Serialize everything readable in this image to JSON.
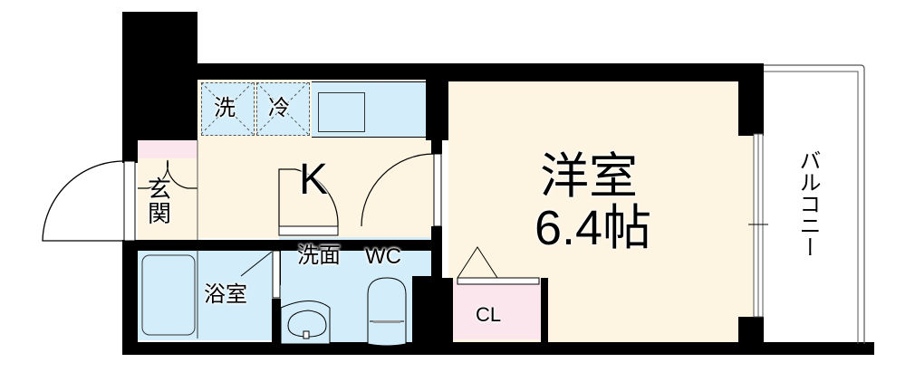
{
  "floorplan": {
    "rooms": {
      "western_room": {
        "name": "洋室",
        "size": "6.4帖"
      },
      "kitchen": {
        "name": "K"
      },
      "entrance": {
        "name": "玄関"
      },
      "bathroom": {
        "name": "浴室"
      },
      "washroom_wc": {
        "name": "洗面",
        "wc": "WC"
      },
      "closet": {
        "name": "CL"
      },
      "balcony": {
        "name": "バルコニー"
      }
    },
    "fixtures": {
      "washer_space": "洗",
      "fridge_space": "冷"
    },
    "colors": {
      "floor": "#fdf5e2",
      "wet_area": "#d3eefa",
      "storage": "#fbe6ee",
      "wall": "#000000"
    }
  }
}
